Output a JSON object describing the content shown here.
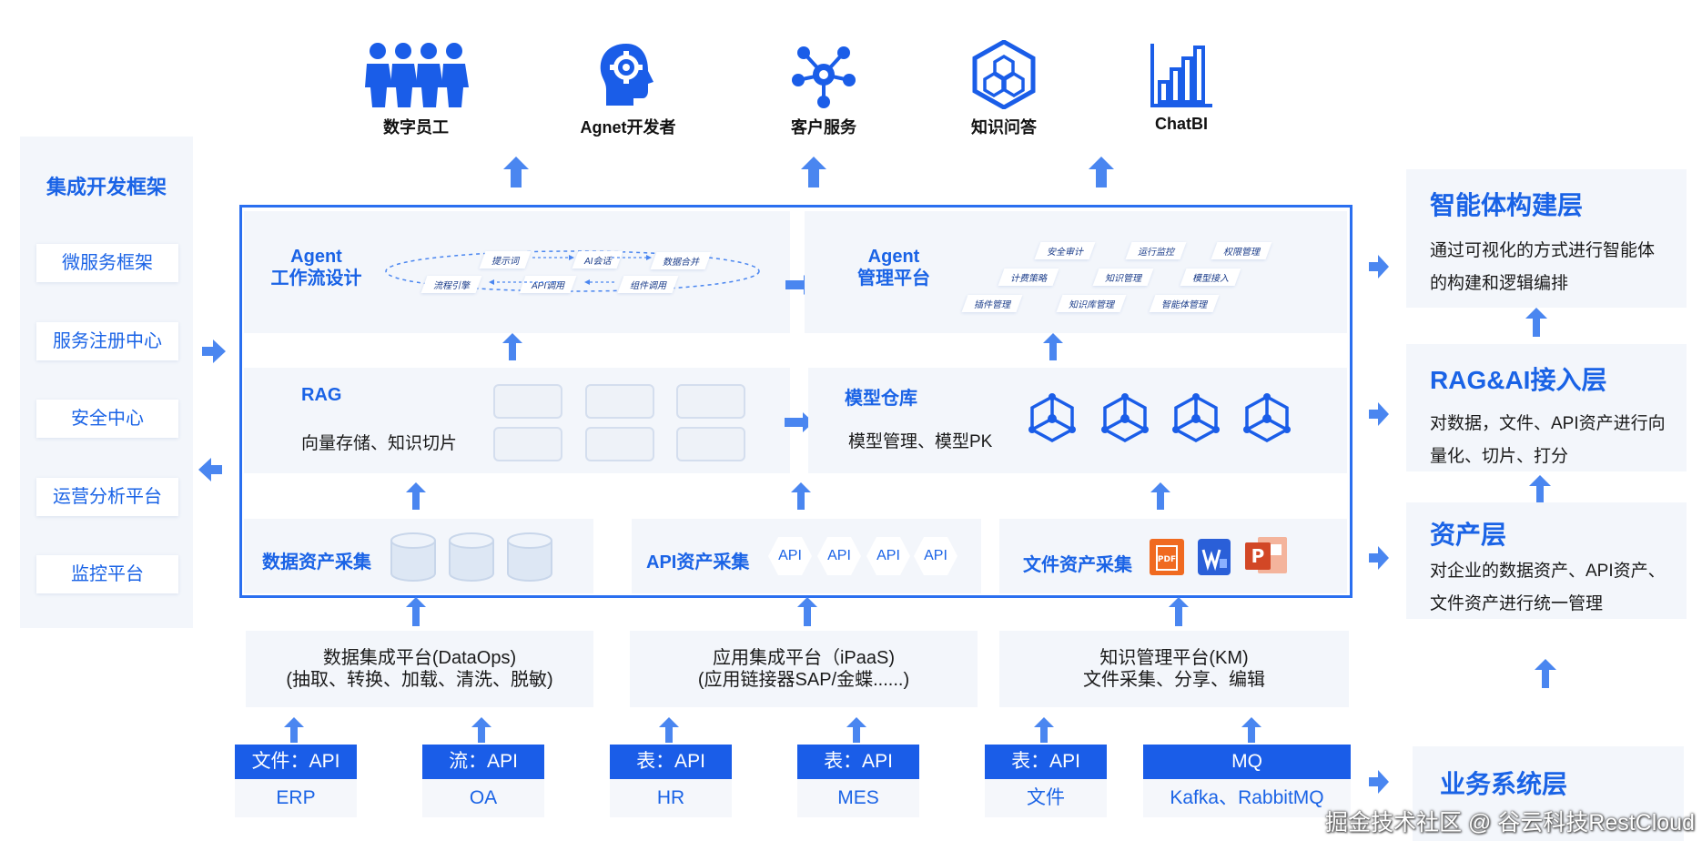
{
  "top_items": [
    {
      "label": "数字员工",
      "icon": "people-group-icon"
    },
    {
      "label": "Agnet开发者",
      "icon": "head-gear-icon"
    },
    {
      "label": "客户服务",
      "icon": "network-hub-icon"
    },
    {
      "label": "知识问答",
      "icon": "hexagon-cluster-icon"
    },
    {
      "label": "ChatBI",
      "icon": "bar-chart-icon"
    }
  ],
  "left_column": {
    "title": "集成开发框架",
    "items": [
      "微服务框架",
      "服务注册中心",
      "安全中心",
      "运营分析平台",
      "监控平台"
    ]
  },
  "agent_workflow": {
    "title_line1": "Agent",
    "title_line2": "工作流设计",
    "steps": [
      "提示词",
      "AI会话",
      "数据合并",
      "流程引擎",
      "API调用",
      "组件调用"
    ]
  },
  "agent_platform": {
    "title_line1": "Agent",
    "title_line2": "管理平台",
    "features": [
      "安全审计",
      "运行监控",
      "权限管理",
      "计费策略",
      "知识管理",
      "模型接入",
      "插件管理",
      "知识库管理",
      "智能体管理"
    ]
  },
  "rag": {
    "title": "RAG",
    "subtitle": "向量存储、知识切片"
  },
  "model_repo": {
    "title": "模型仓库",
    "subtitle": "模型管理、模型PK"
  },
  "asset_collection": {
    "data": "数据资产采集",
    "api": "API资产采集",
    "api_badge": "API",
    "file": "文件资产采集"
  },
  "platforms": [
    {
      "line1": "数据集成平台(DataOps)",
      "line2": "(抽取、转换、加载、清洗、脱敏)"
    },
    {
      "line1": "应用集成平台（iPaaS)",
      "line2": "(应用链接器SAP/金蝶......)"
    },
    {
      "line1": "知识管理平台(KM)",
      "line2": "文件采集、分享、编辑"
    }
  ],
  "sources": [
    {
      "top": "文件：API",
      "bottom": "ERP"
    },
    {
      "top": "流：API",
      "bottom": "OA"
    },
    {
      "top": "表：API",
      "bottom": "HR"
    },
    {
      "top": "表：API",
      "bottom": "MES"
    },
    {
      "top": "表：API",
      "bottom": "文件"
    },
    {
      "top": "MQ",
      "bottom": "Kafka、RabbitMQ"
    }
  ],
  "right_layers": [
    {
      "title": "智能体构建层",
      "text": "通过可视化的方式进行智能体的构建和逻辑编排"
    },
    {
      "title": "RAG&AI接入层",
      "text": "对数据，文件、API资产进行向量化、切片、打分"
    },
    {
      "title": "资产层",
      "text": "对企业的数据资产、API资产、文件资产进行统一管理"
    },
    {
      "title": "业务系统层",
      "text": ""
    }
  ],
  "watermark": "掘金技术社区 @ 谷云科技RestCloud",
  "colors": {
    "accent": "#1a63e6",
    "panel": "#f3f6fb",
    "source_header": "#1a5de8",
    "file_orange": "#f06a20",
    "ppt_red": "#d24726"
  }
}
